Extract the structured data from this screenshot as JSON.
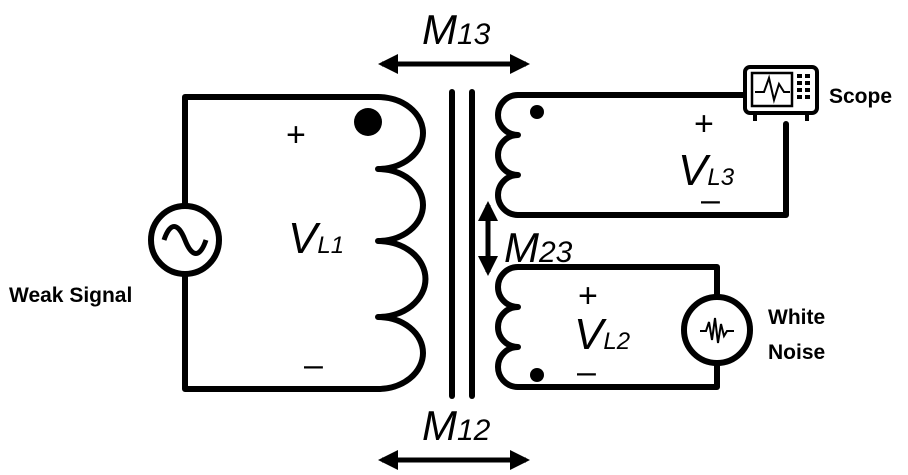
{
  "colors": {
    "ink": "#000000",
    "background": "#ffffff"
  },
  "mutual": {
    "m13": {
      "main": "M",
      "sub": "13"
    },
    "m12": {
      "main": "M",
      "sub": "12"
    },
    "m23": {
      "main": "M",
      "sub": "23"
    }
  },
  "voltages": {
    "vl1": {
      "main": "V",
      "sub": "L1"
    },
    "vl2": {
      "main": "V",
      "sub": "L2"
    },
    "vl3": {
      "main": "V",
      "sub": "L3"
    }
  },
  "signs": {
    "plus": "+",
    "minus": "–"
  },
  "labels": {
    "weak_signal": "Weak Signal",
    "scope": "Scope",
    "white_noise_line1": "White",
    "white_noise_line2": "Noise"
  },
  "icons": {
    "source": "ac-source-icon",
    "scope": "oscilloscope-icon",
    "noise": "noise-source-icon"
  }
}
